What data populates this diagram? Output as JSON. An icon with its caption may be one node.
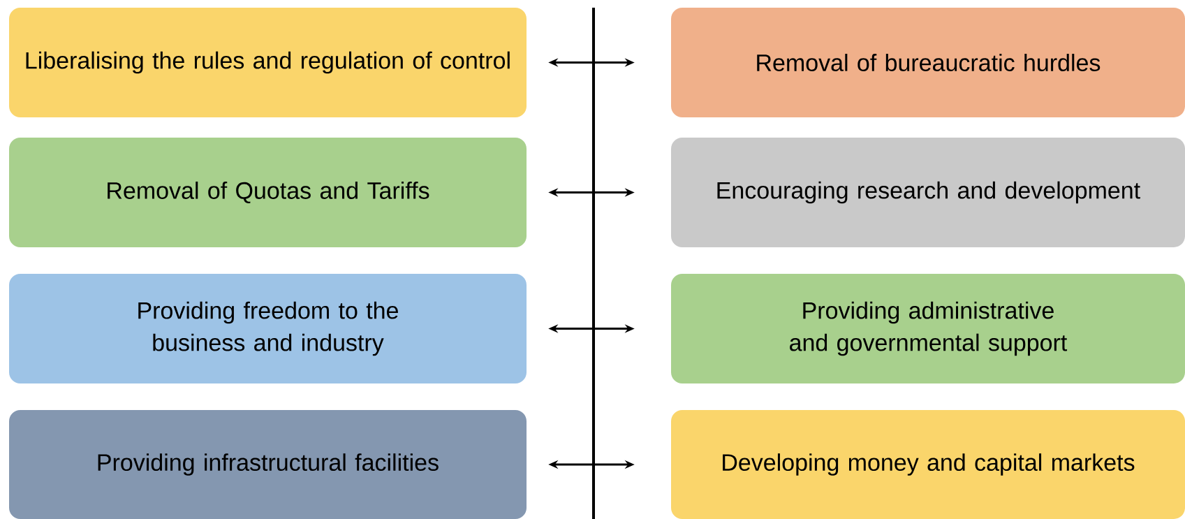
{
  "diagram": {
    "nodes": [
      {
        "text": [
          "Liberalising the rules and regulation of control"
        ]
      },
      {
        "text": [
          "Removal of bureaucratic hurdles"
        ]
      },
      {
        "text": [
          "Removal of Quotas and Tariffs"
        ]
      },
      {
        "text": [
          "Encouraging research and development"
        ]
      },
      {
        "text": [
          "Providing freedom to the business and industry"
        ]
      },
      {
        "text": [
          "Providing administrative and governmental support"
        ]
      },
      {
        "text": [
          "Providing infrastructural facilities"
        ]
      },
      {
        "text": [
          "Developing money and capital markets"
        ]
      }
    ],
    "edges": [
      {
        "from": 0,
        "to": 1,
        "arrow": "both"
      },
      {
        "from": 2,
        "to": 3,
        "arrow": "both"
      },
      {
        "from": 4,
        "to": 5,
        "arrow": "both"
      },
      {
        "from": 6,
        "to": 7,
        "arrow": "both"
      }
    ]
  }
}
